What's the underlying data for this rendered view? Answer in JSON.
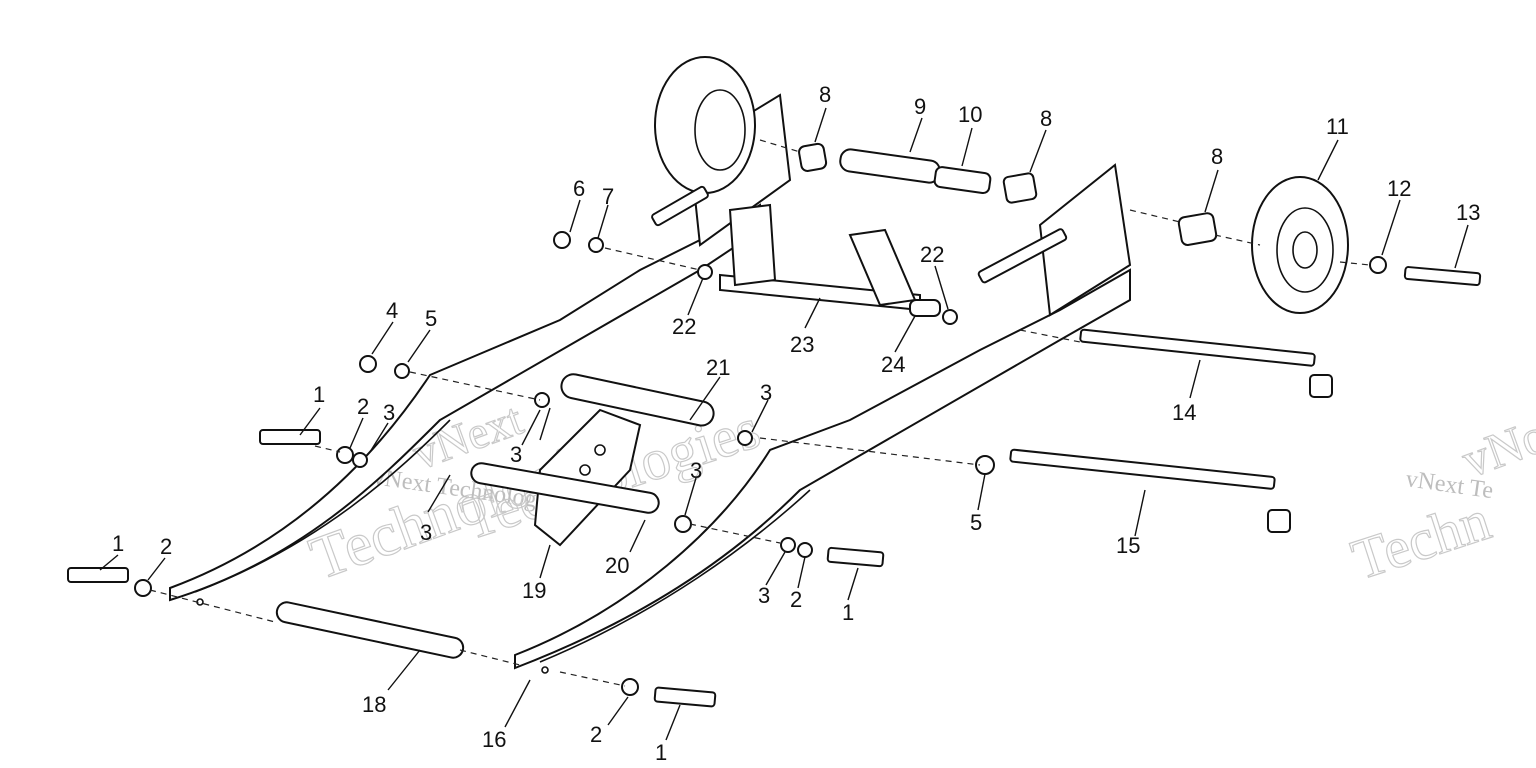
{
  "watermark": {
    "brand_line1": "vNext",
    "brand_line2": "Technologies",
    "brand_inline": "vNext Technologies",
    "brand_inline_right": "vNext Te",
    "brand_outline_right": "Techn",
    "brand_outline_right_top": "vNo"
  },
  "callouts": [
    {
      "id": "c1a",
      "text": "1"
    },
    {
      "id": "c2a",
      "text": "2"
    },
    {
      "id": "c3a",
      "text": "3"
    },
    {
      "id": "c1b",
      "text": "1"
    },
    {
      "id": "c2b",
      "text": "2"
    },
    {
      "id": "c4",
      "text": "4"
    },
    {
      "id": "c5a",
      "text": "5"
    },
    {
      "id": "c6",
      "text": "6"
    },
    {
      "id": "c7",
      "text": "7"
    },
    {
      "id": "c8a",
      "text": "8"
    },
    {
      "id": "c9",
      "text": "9"
    },
    {
      "id": "c10",
      "text": "10"
    },
    {
      "id": "c8b",
      "text": "8"
    },
    {
      "id": "c8c",
      "text": "8"
    },
    {
      "id": "c11",
      "text": "11"
    },
    {
      "id": "c12",
      "text": "12"
    },
    {
      "id": "c13",
      "text": "13"
    },
    {
      "id": "c22a",
      "text": "22"
    },
    {
      "id": "c22b",
      "text": "22"
    },
    {
      "id": "c23",
      "text": "23"
    },
    {
      "id": "c24",
      "text": "24"
    },
    {
      "id": "c21",
      "text": "21"
    },
    {
      "id": "c3b",
      "text": "3"
    },
    {
      "id": "c3c",
      "text": "3"
    },
    {
      "id": "c3d",
      "text": "3"
    },
    {
      "id": "c3e",
      "text": "3"
    },
    {
      "id": "c14",
      "text": "14"
    },
    {
      "id": "c5b",
      "text": "5"
    },
    {
      "id": "c15",
      "text": "15"
    },
    {
      "id": "c19",
      "text": "19"
    },
    {
      "id": "c20",
      "text": "20"
    },
    {
      "id": "c3f",
      "text": "3"
    },
    {
      "id": "c2c",
      "text": "2"
    },
    {
      "id": "c1c",
      "text": "1"
    },
    {
      "id": "c18",
      "text": "18"
    },
    {
      "id": "c16",
      "text": "16"
    },
    {
      "id": "c2d",
      "text": "2"
    },
    {
      "id": "c1d",
      "text": "1"
    }
  ]
}
